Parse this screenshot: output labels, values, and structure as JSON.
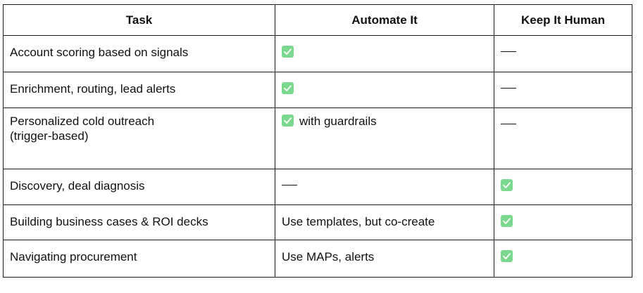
{
  "table": {
    "headers": [
      "Task",
      "Automate It",
      "Keep It Human"
    ],
    "rows": [
      {
        "task": "Account scoring based on signals",
        "automate": {
          "icon": "check-icon",
          "text": ""
        },
        "human": {
          "icon": "dash-icon",
          "text": ""
        }
      },
      {
        "task": "Enrichment, routing, lead alerts",
        "automate": {
          "icon": "check-icon",
          "text": ""
        },
        "human": {
          "icon": "dash-icon",
          "text": ""
        }
      },
      {
        "task_line1": "Personalized cold outreach",
        "task_line2": "(trigger-based)",
        "automate": {
          "icon": "check-icon",
          "text": "with guardrails"
        },
        "human": {
          "icon": "dash-icon",
          "text": ""
        }
      },
      {
        "task": "Discovery, deal diagnosis",
        "automate": {
          "icon": "dash-icon",
          "text": ""
        },
        "human": {
          "icon": "check-icon",
          "text": ""
        }
      },
      {
        "task": "Building business cases & ROI decks",
        "automate": {
          "icon": "",
          "text": "Use templates, but co-create"
        },
        "human": {
          "icon": "check-icon",
          "text": ""
        }
      },
      {
        "task": "Navigating procurement",
        "automate": {
          "icon": "",
          "text": "Use MAPs, alerts"
        },
        "human": {
          "icon": "check-icon",
          "text": ""
        }
      }
    ]
  },
  "colors": {
    "check_fill": "#7bd88f",
    "border": "#1a1a1a"
  }
}
